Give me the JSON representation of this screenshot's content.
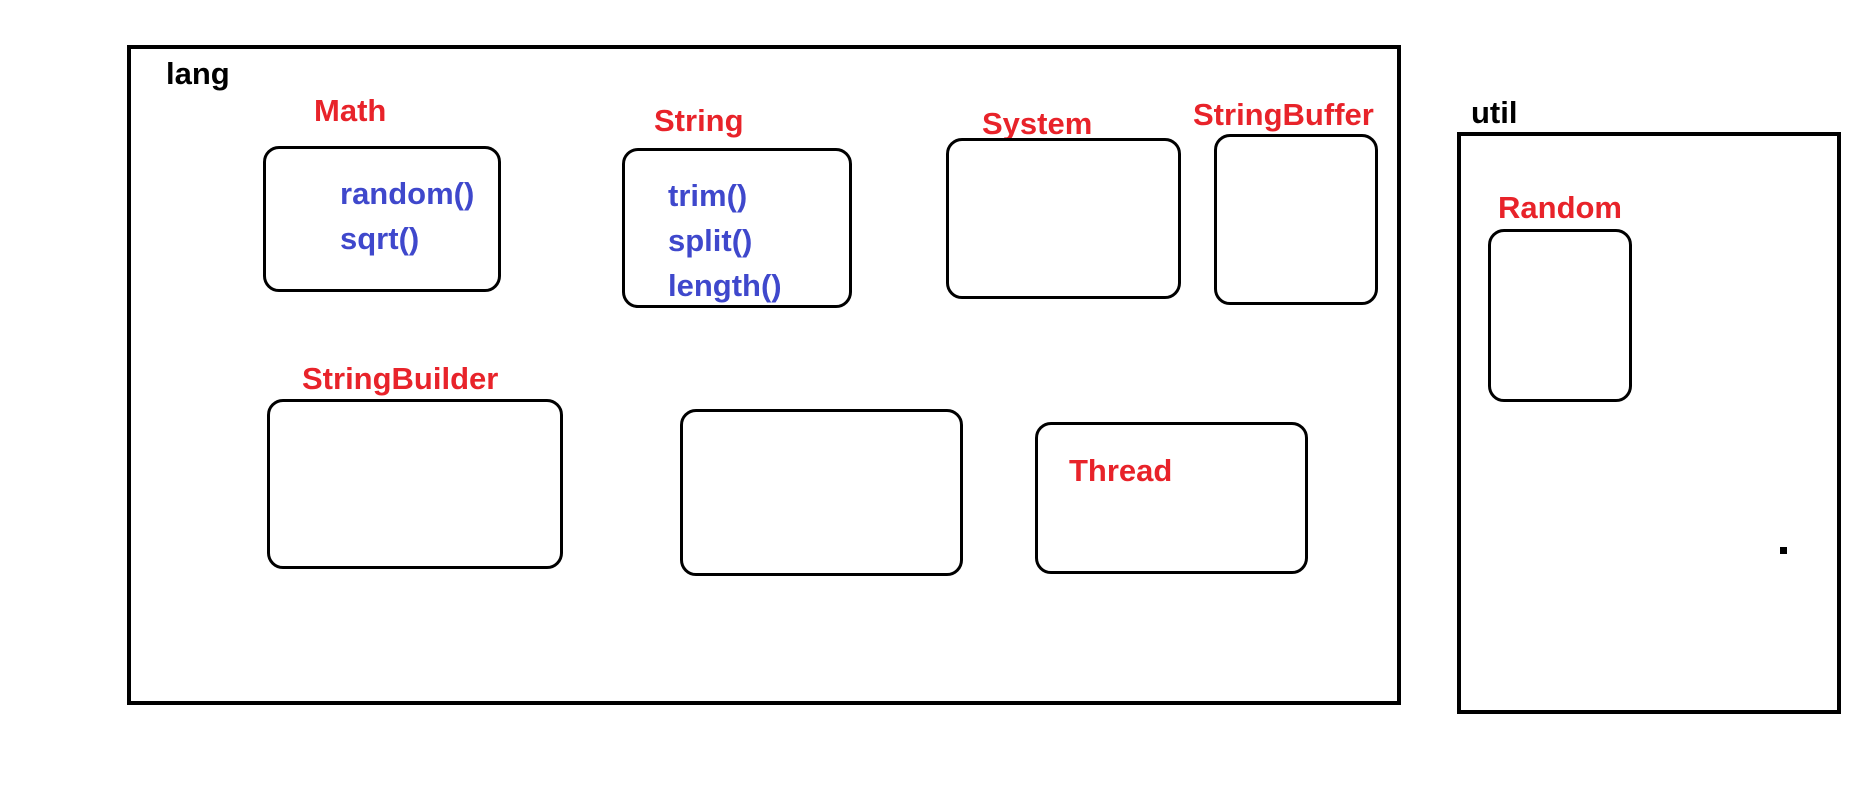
{
  "colors": {
    "class_name": "#e8232a",
    "method_name": "#3f48cc",
    "outline": "#000000"
  },
  "packages": {
    "lang": {
      "name": "lang",
      "classes": {
        "math": {
          "name": "Math",
          "methods": [
            "random()",
            "sqrt()"
          ]
        },
        "string": {
          "name": "String",
          "methods": [
            "trim()",
            "split()",
            "length()"
          ]
        },
        "system": {
          "name": "System"
        },
        "stringbuffer": {
          "name": "StringBuffer"
        },
        "stringbuilder": {
          "name": "StringBuilder"
        },
        "thread": {
          "name": "Thread"
        }
      }
    },
    "util": {
      "name": "util",
      "classes": {
        "random": {
          "name": "Random"
        }
      }
    }
  }
}
